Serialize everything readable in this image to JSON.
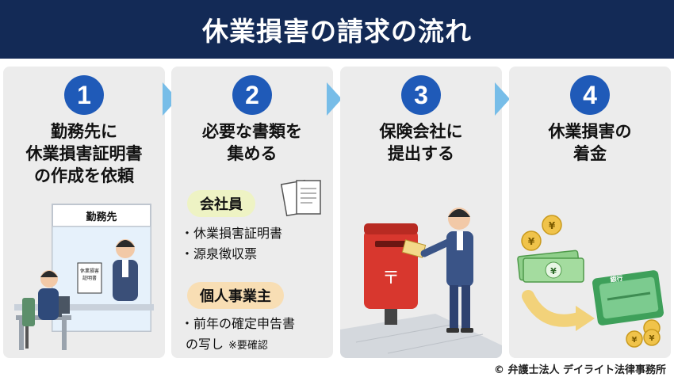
{
  "header": {
    "title": "休業損害の請求の流れ"
  },
  "steps": [
    {
      "number": "1",
      "title_lines": [
        "勤務先に",
        "休業損害証明書",
        "の作成を依頼"
      ],
      "sign_text": "勤務先",
      "doc_text": [
        "休業損害",
        "証明書"
      ]
    },
    {
      "number": "2",
      "title_lines": [
        "必要な書類を",
        "集める"
      ],
      "employee_label": "会社員",
      "employee_items": [
        "休業損害証明書",
        "源泉徴収票"
      ],
      "owner_label": "個人事業主",
      "owner_items": [
        "前年の確定申告書",
        "の写し"
      ],
      "owner_note": "※要確認"
    },
    {
      "number": "3",
      "title_lines": [
        "保険会社に",
        "提出する"
      ]
    },
    {
      "number": "4",
      "title_lines": [
        "休業損害の",
        "着金"
      ],
      "bank_text": "銀行"
    }
  ],
  "colors": {
    "header_bg": "#132a56",
    "number_circle": "#1f5ab8",
    "arrow": "#77bde8",
    "employee_pill": "#eef3c4",
    "owner_pill": "#f8deb4"
  },
  "icons": [
    "office-illustration",
    "documents-icon",
    "mailbox-illustration",
    "money-bank-book-illustration"
  ],
  "footer": {
    "copyright": "© 弁護士法人 デイライト法律事務所"
  }
}
